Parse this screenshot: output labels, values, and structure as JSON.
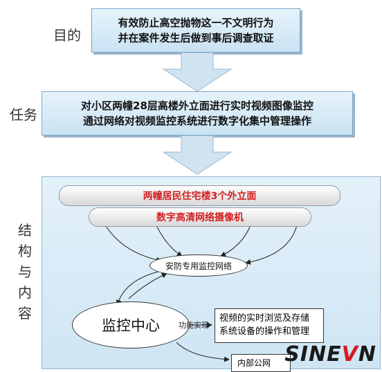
{
  "labels": {
    "purpose": "目的",
    "task": "任务",
    "structure": [
      "结",
      "构",
      "与",
      "内",
      "容"
    ]
  },
  "purpose_box": {
    "lines": [
      "有效防止高空抛物这一不文明行为",
      "并在案件发生后做到事后调查取证"
    ]
  },
  "task_box": {
    "lines": [
      "对小区两幢28层高楼外立面进行实时视频图像监控",
      "通过网络对视频监控系统进行数字化集中管理操作"
    ]
  },
  "structure": {
    "facade": "两幢居民住宅楼3个外立面",
    "cameras": "数字高清网络摄像机",
    "network": "安防专用监控网络",
    "center": "监控中心",
    "function_label": "功能实现",
    "function_box": [
      "视频的实时浏览及存储",
      "系统设备的操作和管理"
    ],
    "intranet": "内部公网"
  },
  "watermark": {
    "text_black": "SINE",
    "text_red": "V",
    "text_black2": "N"
  },
  "colors": {
    "box_fill": "#c9e2f2",
    "arrow_fill": "#cfe3f1",
    "red_text": "#d42020"
  }
}
